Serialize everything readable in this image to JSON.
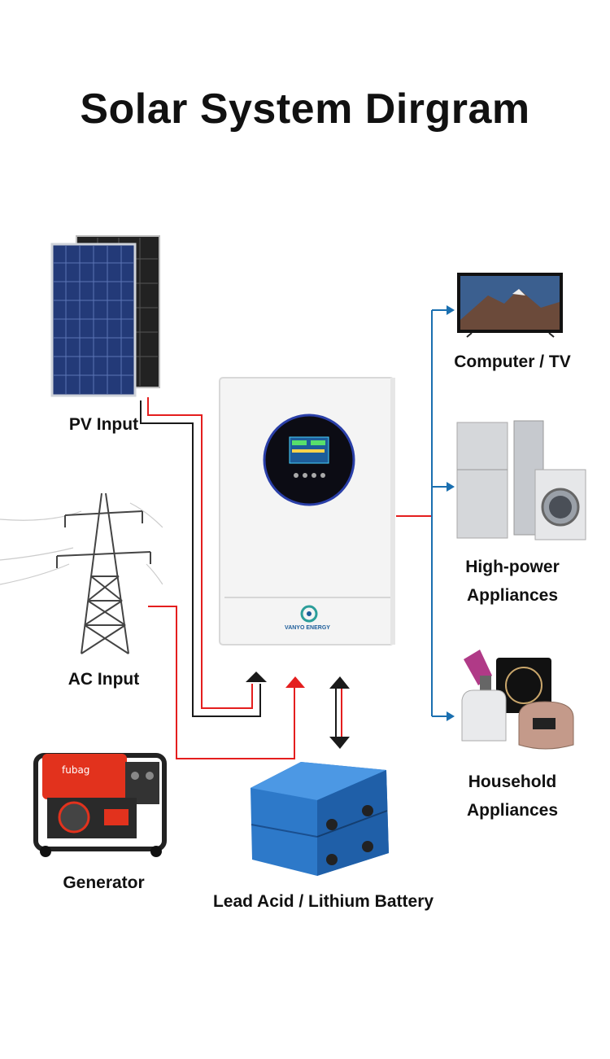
{
  "title": "Solar System Dirgram",
  "labels": {
    "pv_input": "PV Input",
    "ac_input": "AC Input",
    "generator": "Generator",
    "battery": "Lead Acid / Lithium Battery",
    "computer_tv": "Computer / TV",
    "high_power_line1": "High-power",
    "high_power_line2": "Appliances",
    "household_line1": "Household",
    "household_line2": "Appliances"
  },
  "inverter": {
    "brand": "VANYO ENERGY"
  },
  "colors": {
    "red_wire": "#e41e1e",
    "black_wire": "#1a1a1a",
    "blue_arrow": "#1a6fb0",
    "inverter_body": "#f4f4f4",
    "battery_blue": "#2f7fd0"
  }
}
